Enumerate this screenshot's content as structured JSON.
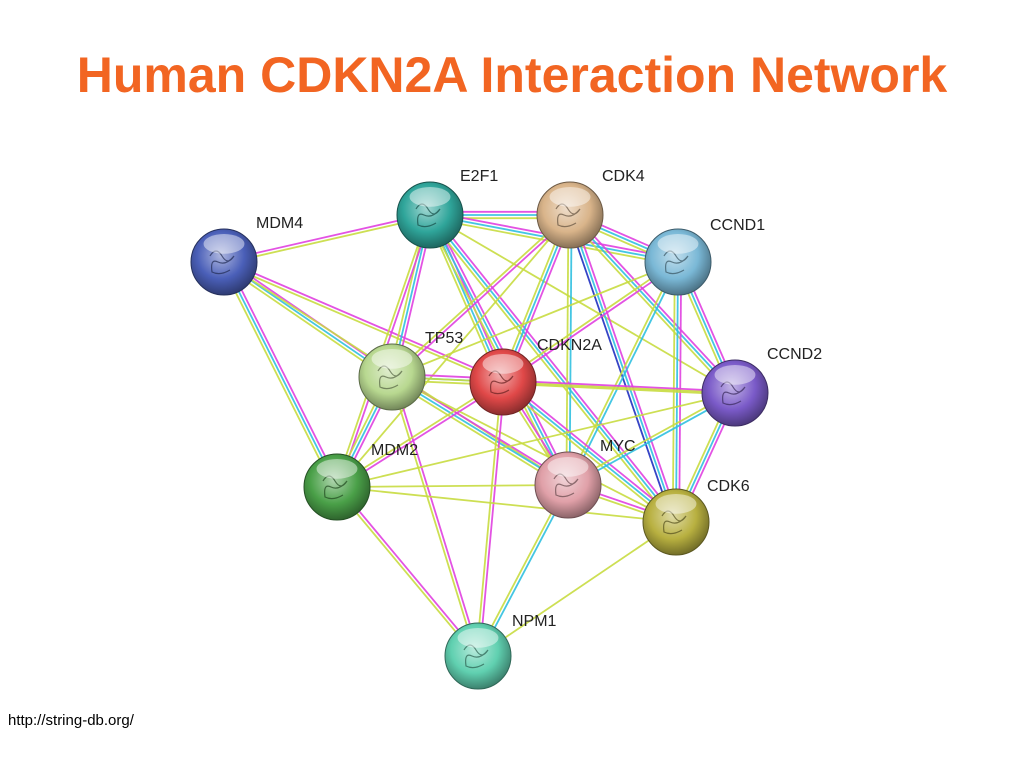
{
  "slide": {
    "title": "Human CDKN2A Interaction Network",
    "source_url": "http://string-db.org/"
  },
  "network": {
    "edge_colors": [
      "#e040e0",
      "#30c0e0",
      "#c8dc40",
      "#2030c0"
    ],
    "nodes": [
      {
        "id": "MDM4",
        "label": "MDM4",
        "color": "#4a5fb8"
      },
      {
        "id": "E2F1",
        "label": "E2F1",
        "color": "#2fa59a"
      },
      {
        "id": "CDK4",
        "label": "CDK4",
        "color": "#d9b48a"
      },
      {
        "id": "CCND1",
        "label": "CCND1",
        "color": "#7ab8d6"
      },
      {
        "id": "TP53",
        "label": "TP53",
        "color": "#b8d890"
      },
      {
        "id": "CDKN2A",
        "label": "CDKN2A",
        "color": "#e04848"
      },
      {
        "id": "CCND2",
        "label": "CCND2",
        "color": "#7a5ac8"
      },
      {
        "id": "MDM2",
        "label": "MDM2",
        "color": "#4aa048"
      },
      {
        "id": "MYC",
        "label": "MYC",
        "color": "#e0a0a8"
      },
      {
        "id": "CDK6",
        "label": "CDK6",
        "color": "#b8b040"
      },
      {
        "id": "NPM1",
        "label": "NPM1",
        "color": "#60d0b0"
      }
    ],
    "edges": [
      {
        "a": "MDM4",
        "b": "E2F1",
        "colors": [
          0,
          2
        ]
      },
      {
        "a": "MDM4",
        "b": "TP53",
        "colors": [
          0,
          1,
          2
        ]
      },
      {
        "a": "MDM4",
        "b": "MDM2",
        "colors": [
          0,
          1,
          2
        ]
      },
      {
        "a": "MDM4",
        "b": "CDKN2A",
        "colors": [
          0,
          2
        ]
      },
      {
        "a": "MDM4",
        "b": "MYC",
        "colors": [
          2
        ]
      },
      {
        "a": "E2F1",
        "b": "CDK4",
        "colors": [
          0,
          1,
          2
        ]
      },
      {
        "a": "E2F1",
        "b": "CCND1",
        "colors": [
          0,
          1,
          2
        ]
      },
      {
        "a": "E2F1",
        "b": "TP53",
        "colors": [
          0,
          1,
          2
        ]
      },
      {
        "a": "E2F1",
        "b": "CDKN2A",
        "colors": [
          0,
          1,
          2
        ]
      },
      {
        "a": "E2F1",
        "b": "MYC",
        "colors": [
          0,
          1,
          2
        ]
      },
      {
        "a": "E2F1",
        "b": "CDK6",
        "colors": [
          0,
          1,
          2
        ]
      },
      {
        "a": "E2F1",
        "b": "CCND2",
        "colors": [
          2
        ]
      },
      {
        "a": "E2F1",
        "b": "MDM2",
        "colors": [
          0,
          2
        ]
      },
      {
        "a": "CDK4",
        "b": "CCND1",
        "colors": [
          0,
          1,
          2
        ]
      },
      {
        "a": "CDK4",
        "b": "CDKN2A",
        "colors": [
          0,
          1,
          2
        ]
      },
      {
        "a": "CDK4",
        "b": "CCND2",
        "colors": [
          0,
          1,
          2
        ]
      },
      {
        "a": "CDK4",
        "b": "CDK6",
        "colors": [
          0,
          1,
          3
        ]
      },
      {
        "a": "CDK4",
        "b": "TP53",
        "colors": [
          0,
          2
        ]
      },
      {
        "a": "CDK4",
        "b": "MYC",
        "colors": [
          1,
          2
        ]
      },
      {
        "a": "CDK4",
        "b": "MDM2",
        "colors": [
          2
        ]
      },
      {
        "a": "CCND1",
        "b": "CDKN2A",
        "colors": [
          0,
          2
        ]
      },
      {
        "a": "CCND1",
        "b": "CCND2",
        "colors": [
          0,
          1,
          2
        ]
      },
      {
        "a": "CCND1",
        "b": "CDK6",
        "colors": [
          0,
          1,
          2
        ]
      },
      {
        "a": "CCND1",
        "b": "TP53",
        "colors": [
          2
        ]
      },
      {
        "a": "CCND1",
        "b": "MYC",
        "colors": [
          1,
          2
        ]
      },
      {
        "a": "TP53",
        "b": "CDKN2A",
        "colors": [
          0,
          1,
          2
        ]
      },
      {
        "a": "TP53",
        "b": "MDM2",
        "colors": [
          0,
          1,
          2
        ]
      },
      {
        "a": "TP53",
        "b": "MYC",
        "colors": [
          0,
          1,
          2
        ]
      },
      {
        "a": "TP53",
        "b": "NPM1",
        "colors": [
          0,
          2
        ]
      },
      {
        "a": "TP53",
        "b": "CDK6",
        "colors": [
          2
        ]
      },
      {
        "a": "TP53",
        "b": "CCND2",
        "colors": [
          2
        ]
      },
      {
        "a": "CDKN2A",
        "b": "CCND2",
        "colors": [
          0,
          2
        ]
      },
      {
        "a": "CDKN2A",
        "b": "CDK6",
        "colors": [
          0,
          1,
          2
        ]
      },
      {
        "a": "CDKN2A",
        "b": "MDM2",
        "colors": [
          0,
          2
        ]
      },
      {
        "a": "CDKN2A",
        "b": "MYC",
        "colors": [
          0,
          2
        ]
      },
      {
        "a": "CDKN2A",
        "b": "NPM1",
        "colors": [
          0,
          2
        ]
      },
      {
        "a": "CCND2",
        "b": "CDK6",
        "colors": [
          0,
          1,
          2
        ]
      },
      {
        "a": "CCND2",
        "b": "MYC",
        "colors": [
          1,
          2
        ]
      },
      {
        "a": "CCND2",
        "b": "MDM2",
        "colors": [
          2
        ]
      },
      {
        "a": "MDM2",
        "b": "MYC",
        "colors": [
          2
        ]
      },
      {
        "a": "MDM2",
        "b": "NPM1",
        "colors": [
          0,
          2
        ]
      },
      {
        "a": "MDM2",
        "b": "CDK6",
        "colors": [
          2
        ]
      },
      {
        "a": "MYC",
        "b": "CDK6",
        "colors": [
          0,
          2
        ]
      },
      {
        "a": "MYC",
        "b": "NPM1",
        "colors": [
          1,
          2
        ]
      },
      {
        "a": "CDK6",
        "b": "NPM1",
        "colors": [
          2
        ]
      }
    ]
  }
}
